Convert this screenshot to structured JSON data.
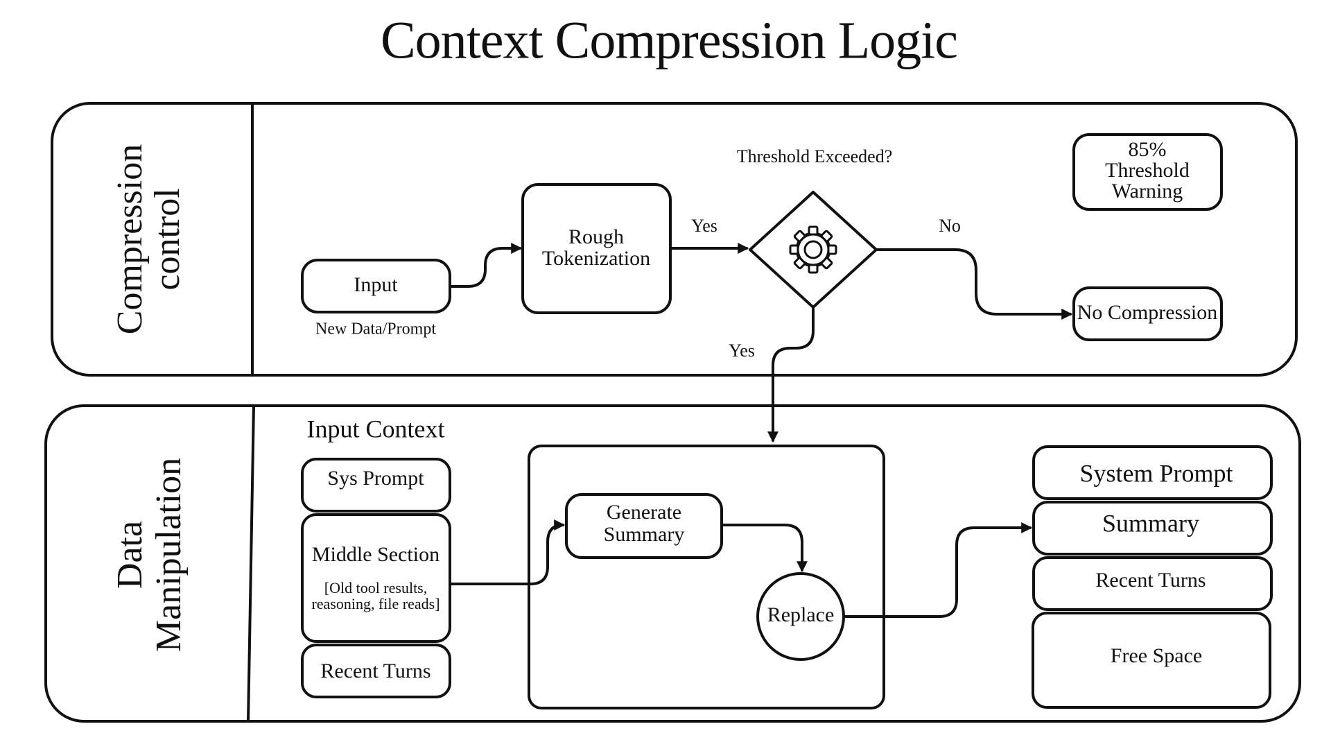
{
  "title": "Context Compression Logic",
  "lanes": {
    "control": {
      "label_line1": "Compression",
      "label_line2": "control"
    },
    "manipulation": {
      "label_line1": "Data",
      "label_line2": "Manipulation"
    }
  },
  "control": {
    "input": "Input",
    "input_caption": "New Data/Prompt",
    "tokenization_line1": "Rough",
    "tokenization_line2": "Tokenization",
    "decision_question": "Threshold Exceeded?",
    "decision_icon": "gear-icon",
    "yes_right": "Yes",
    "yes_down": "Yes",
    "no_label": "No",
    "warning_line1": "85%",
    "warning_line2": "Threshold",
    "warning_line3": "Warning",
    "no_compression": "No Compression"
  },
  "manipulation": {
    "input_context_title": "Input Context",
    "sys_prompt": "Sys Prompt",
    "middle_section": "Middle Section",
    "middle_note_line1": "[Old tool results,",
    "middle_note_line2": "reasoning, file reads]",
    "recent_turns": "Recent Turns",
    "generate_line1": "Generate",
    "generate_line2": "Summary",
    "replace": "Replace",
    "output": {
      "system_prompt": "System Prompt",
      "summary": "Summary",
      "recent_turns": "Recent Turns",
      "free_space": "Free Space"
    }
  }
}
